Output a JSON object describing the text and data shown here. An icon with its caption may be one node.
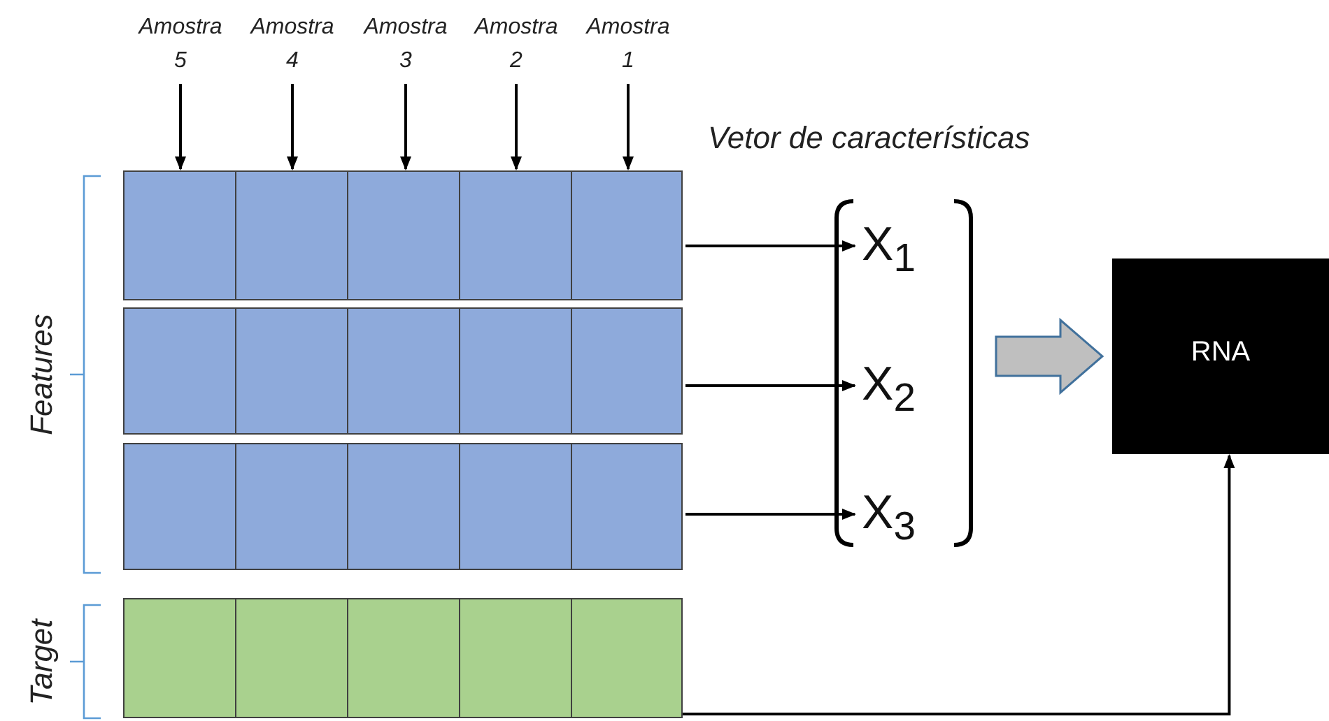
{
  "diagram": {
    "nodes": [
      {
        "text": [
          "Amostra 5"
        ]
      },
      {
        "text": [
          "Amostra 4"
        ]
      },
      {
        "text": [
          "Amostra 3"
        ]
      },
      {
        "text": [
          "Amostra 2"
        ]
      },
      {
        "text": [
          "Amostra 1"
        ]
      },
      {
        "text": [],
        "shape": "box"
      },
      {
        "text": [],
        "shape": "box"
      },
      {
        "text": [],
        "shape": "box"
      },
      {
        "text": [],
        "shape": "box"
      },
      {
        "text": [
          "Vetor de características"
        ]
      },
      {
        "text": [
          "X$_{1}$"
        ],
        "in": 9
      },
      {
        "text": [
          "X$_{2}$"
        ],
        "in": 9
      },
      {
        "text": [
          "X$_{3}$"
        ],
        "in": 9
      },
      {
        "text": [
          "RNA"
        ]
      }
    ],
    "edges": [
      {
        "from": 0,
        "to": 5,
        "arrow": "to"
      },
      {
        "from": 1,
        "to": 5,
        "arrow": "to"
      },
      {
        "from": 2,
        "to": 5,
        "arrow": "to"
      },
      {
        "from": 3,
        "to": 5,
        "arrow": "to"
      },
      {
        "from": 4,
        "to": 5,
        "arrow": "to"
      },
      {
        "from": 5,
        "to": 10,
        "arrow": "to"
      },
      {
        "from": 6,
        "to": 11,
        "arrow": "to"
      },
      {
        "from": 7,
        "to": 12,
        "arrow": "to"
      },
      {
        "from": 9,
        "to": 13,
        "arrow": "to",
        "style": "thick",
        "color": "#bfbfbf"
      },
      {
        "from": 8,
        "to": 13,
        "arrow": "to"
      }
    ],
    "labels": [
      "Features",
      "Target"
    ]
  }
}
